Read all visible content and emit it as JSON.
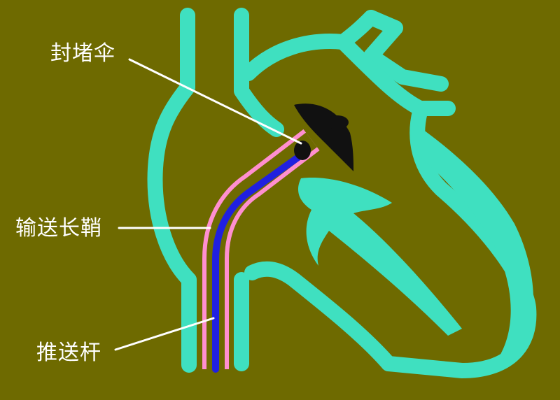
{
  "labels": {
    "occluder": "封堵伞",
    "delivery_sheath": "输送长鞘",
    "pusher_rod": "推送杆"
  },
  "colors": {
    "background": "#6e6a00",
    "heart_wall": "#3fe0c0",
    "sheath": "#ff8fd0",
    "pusher": "#2020e0",
    "occluder": "#111111",
    "leader_line": "#ffffff",
    "label_text": "#ffffff"
  }
}
